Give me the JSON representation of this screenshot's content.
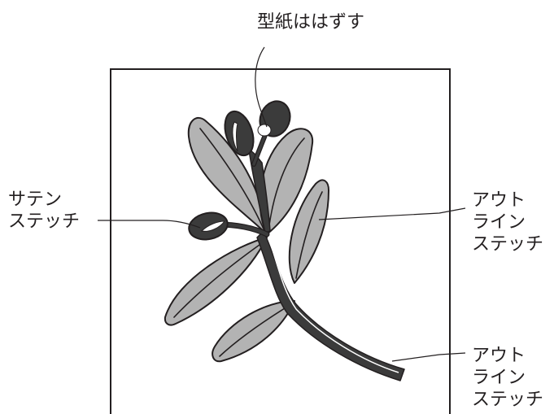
{
  "labels": {
    "remove_paper": "型紙ははずす",
    "satin_line1": "サテン",
    "satin_line2": "ステッチ",
    "outline1_line1": "アウト",
    "outline1_line2": "ライン",
    "outline1_line3": "ステッチ",
    "outline2_line1": "アウト",
    "outline2_line2": "ライン",
    "outline2_line3": "ステッチ"
  },
  "colors": {
    "leaf_fill": "#b3b3b3",
    "berry_fill": "#3b3b3b",
    "line": "#231f20",
    "background": "#ffffff"
  }
}
